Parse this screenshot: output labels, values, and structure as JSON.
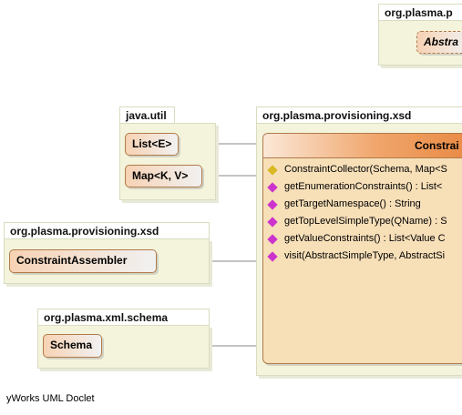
{
  "packages": {
    "top_right": {
      "name": "org.plasma.p",
      "class_label": "Abstra"
    },
    "java_util": {
      "name": "java.util",
      "classes": [
        "List<E>",
        "Map<K, V>"
      ]
    },
    "provisioning_left": {
      "name": "org.plasma.provisioning.xsd",
      "classes": [
        "ConstraintAssembler"
      ]
    },
    "xml_schema": {
      "name": "org.plasma.xml.schema",
      "classes": [
        "Schema"
      ]
    },
    "provisioning_main": {
      "name": "org.plasma.provisioning.xsd"
    }
  },
  "main_class": {
    "title": "Constrai",
    "members": [
      {
        "icon": "constructor-icon",
        "text": "ConstraintCollector(Schema, Map<S"
      },
      {
        "icon": "method-icon",
        "text": "getEnumerationConstraints() : List<"
      },
      {
        "icon": "method-icon",
        "text": "getTargetNamespace() : String"
      },
      {
        "icon": "method-icon",
        "text": "getTopLevelSimpleType(QName) : S"
      },
      {
        "icon": "method-icon",
        "text": "getValueConstraints() : List<Value C"
      },
      {
        "icon": "method-icon",
        "text": "visit(AbstractSimpleType, AbstractSi"
      }
    ]
  },
  "footer": "yWorks UML Doclet",
  "colors": {
    "package_fill": "#f4f4dc",
    "class_border": "#b07b4a",
    "class_gradient": "#f7d2b4",
    "main_body": "#f7dfb8",
    "method_icon": "#cc33cc",
    "constructor_icon": "#d8b824"
  }
}
